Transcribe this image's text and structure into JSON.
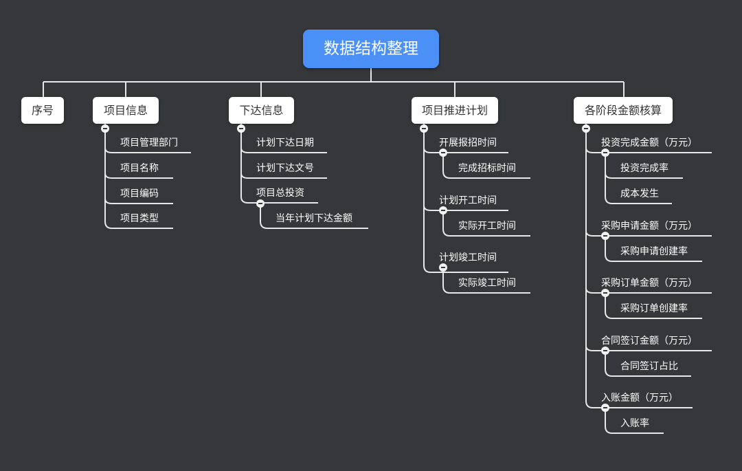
{
  "root": {
    "title": "数据结构整理"
  },
  "branches": [
    {
      "label": "序号"
    },
    {
      "label": "项目信息"
    },
    {
      "label": "下达信息"
    },
    {
      "label": "项目推进计划"
    },
    {
      "label": "各阶段金额核算"
    }
  ],
  "leaves": {
    "project_info": [
      "项目管理部门",
      "项目名称",
      "项目编码",
      "项目类型"
    ],
    "issue_info": [
      "计划下达日期",
      "计划下达文号",
      "项目总投资"
    ],
    "issue_info_sub": [
      "当年计划下达金额"
    ],
    "progress": [
      "开展报招时间",
      "计划开工时间",
      "计划竣工时间"
    ],
    "progress_sub": [
      "完成招标时间",
      "实际开工时间",
      "实际竣工时间"
    ],
    "amounts": [
      "投资完成金额（万元）",
      "采购申请金额（万元）",
      "采购订单金额（万元）",
      "合同签订金额（万元）",
      "入账金额（万元）"
    ],
    "amounts_sub_0": [
      "投资完成率",
      "成本发生"
    ],
    "amounts_sub_1": [
      "采购申请创建率"
    ],
    "amounts_sub_2": [
      "采购订单创建率"
    ],
    "amounts_sub_3": [
      "合同签订占比"
    ],
    "amounts_sub_4": [
      "入账率"
    ]
  }
}
